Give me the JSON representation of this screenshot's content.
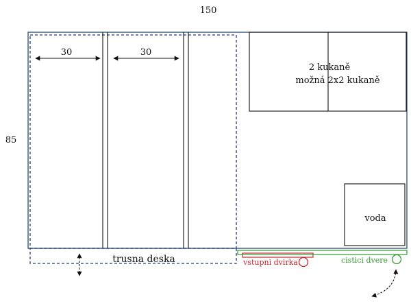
{
  "labels": {
    "width_total": "150",
    "height_total": "85",
    "width_left_section": "30",
    "width_middle_section": "30",
    "box_line1": "2 kukaně",
    "box_line2": "možná 2x2 kukaně",
    "water": "voda",
    "tray": "trusna deska",
    "entry_door": "vstupni dvirka",
    "cleaning_door": "cistici dvere"
  },
  "colors": {
    "outline_blue": "#2b4a6f",
    "tray_blue": "#1f3d8c",
    "entry_red": "#c0282e",
    "cleaning_green": "#2e9a2e",
    "line_black": "#111111"
  }
}
